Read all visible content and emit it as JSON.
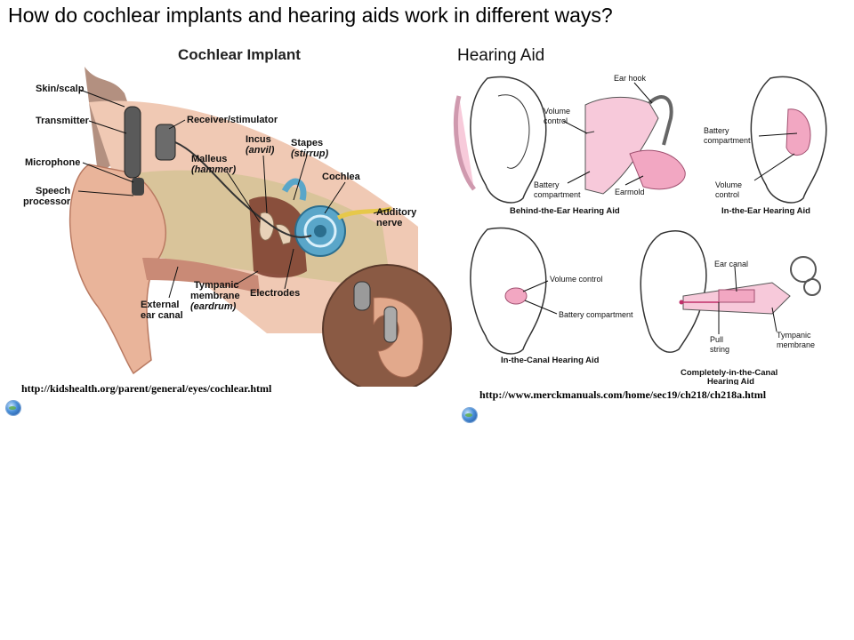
{
  "slide": {
    "title": "How do cochlear implants and hearing aids work in different ways?"
  },
  "cochlear_implant": {
    "heading": "Cochlear Implant",
    "labels": {
      "skin": "Skin/scalp",
      "transmitter": "Transmitter",
      "microphone": "Microphone",
      "speech1": "Speech",
      "speech2": "processor",
      "receiver": "Receiver/stimulator",
      "incus": "Incus",
      "anvil": "(anvil)",
      "stapes": "Stapes",
      "stirrup": "(stirrup)",
      "malleus": "Malleus",
      "hammer": "(hammer)",
      "cochlea": "Cochlea",
      "auditory1": "Auditory",
      "auditory2": "nerve",
      "tympanic1": "Tympanic",
      "tympanic2": "membrane",
      "eardrum": "(eardrum)",
      "electrodes": "Electrodes",
      "external1": "External",
      "external2": "ear canal"
    },
    "url": "http://kidshealth.org/parent/general/eyes/cochlear.html"
  },
  "hearing_aid": {
    "heading": "Hearing Aid",
    "labels": {
      "ear_hook": "Ear hook",
      "volume1": "Volume",
      "volume2": "control",
      "battery1": "Battery",
      "battery2": "compartment",
      "earmold": "Earmold",
      "bte": "Behind-the-Ear Hearing Aid",
      "ite_battery1": "Battery",
      "ite_battery2": "compartment",
      "ite_volume1": "Volume",
      "ite_volume2": "control",
      "ite": "In-the-Ear Hearing Aid",
      "itc_volume": "Volume control",
      "itc_battery": "Battery compartment",
      "itc": "In-the-Canal Hearing Aid",
      "ear_canal": "Ear canal",
      "pull1": "Pull",
      "pull2": "string",
      "cic_tympanic1": "Tympanic",
      "cic_tympanic2": "membrane",
      "cic1": "Completely-in-the-Canal",
      "cic2": "Hearing Aid"
    },
    "url": "http://www.merckmanuals.com/home/sec19/ch218/ch218a.html"
  },
  "colors": {
    "skin": "#e9b49a",
    "bone": "#d9c49a",
    "cochlea": "#5aa6c9",
    "pink": "#f2a7c2",
    "hair": "#9a6b55"
  },
  "icons": [
    "globe-icon",
    "globe-icon"
  ]
}
